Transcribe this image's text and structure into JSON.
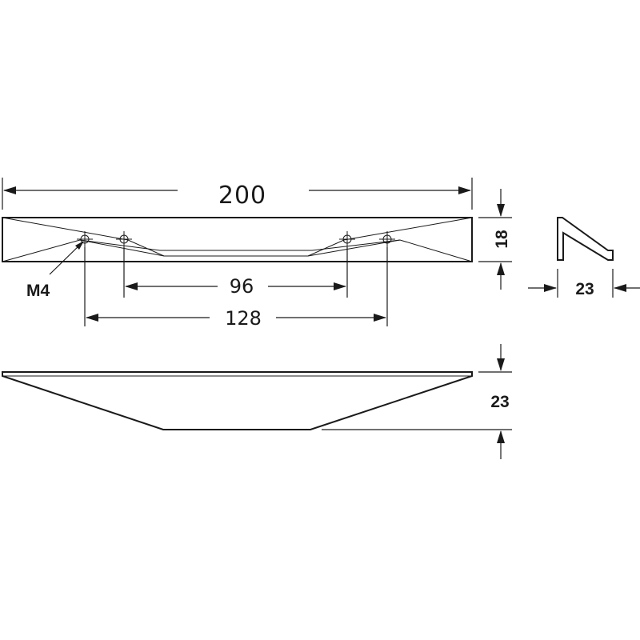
{
  "dimensions": {
    "overall_length": "200",
    "hole_spacing_inner": "96",
    "hole_spacing_outer": "128",
    "thread": "M4",
    "front_height": "18",
    "profile_depth": "23",
    "top_view_depth": "23"
  }
}
